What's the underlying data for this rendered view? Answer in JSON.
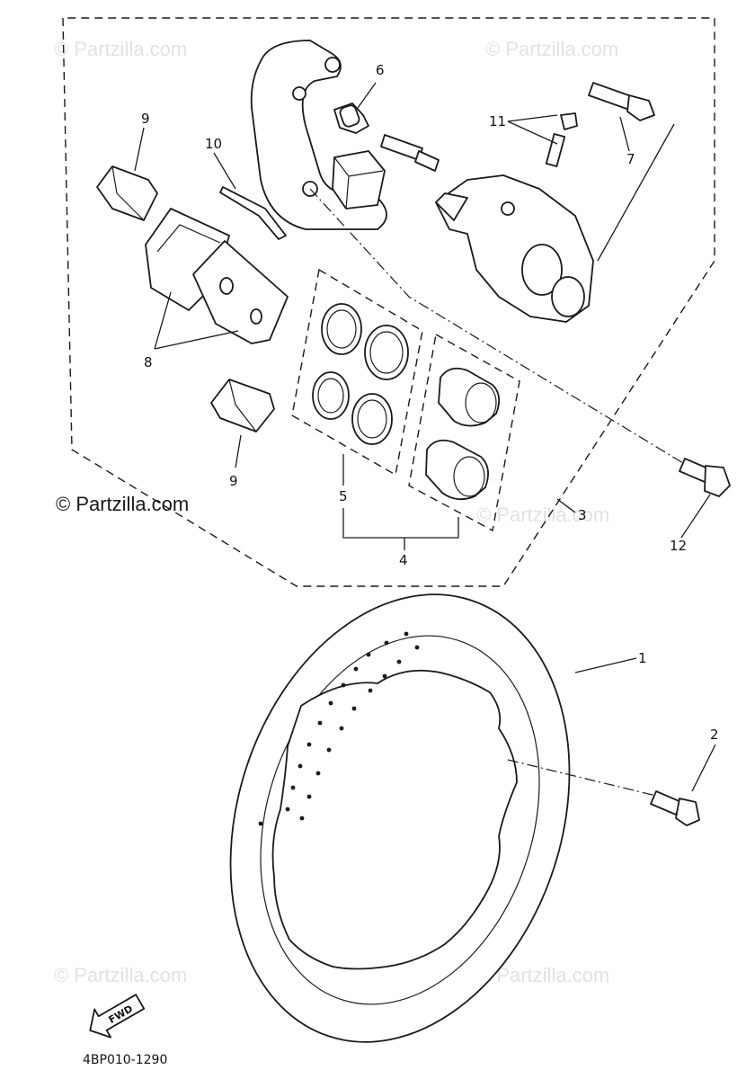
{
  "diagram": {
    "callouts": {
      "c1": "1",
      "c2": "2",
      "c3": "3",
      "c4": "4",
      "c5": "5",
      "c6": "6",
      "c7": "7",
      "c8": "8",
      "c9a": "9",
      "c9b": "9",
      "c10": "10",
      "c11": "11",
      "c12": "12"
    },
    "direction_arrow": "FWD",
    "drawing_code": "4BP010-1290",
    "watermark": "© Partzilla.com"
  }
}
